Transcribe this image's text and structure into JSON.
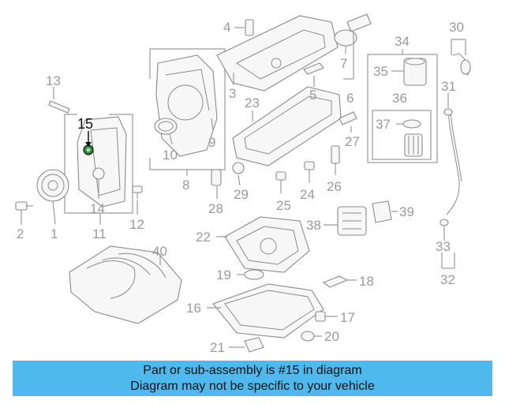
{
  "callouts": [
    "1",
    "2",
    "3",
    "4",
    "5",
    "6",
    "7",
    "8",
    "9",
    "10",
    "11",
    "12",
    "13",
    "14",
    "15",
    "16",
    "17",
    "18",
    "19",
    "20",
    "21",
    "22",
    "23",
    "24",
    "25",
    "26",
    "27",
    "28",
    "29",
    "30",
    "31",
    "32",
    "33",
    "34",
    "35",
    "36",
    "37",
    "38",
    "39",
    "40"
  ],
  "highlight": {
    "part_number": "15",
    "color": "#2e8b3c"
  },
  "banner": {
    "line1": "Part or sub-assembly is #15 in diagram",
    "line2": "Diagram may not be specific to your vehicle",
    "background": "#4fb9ee"
  }
}
